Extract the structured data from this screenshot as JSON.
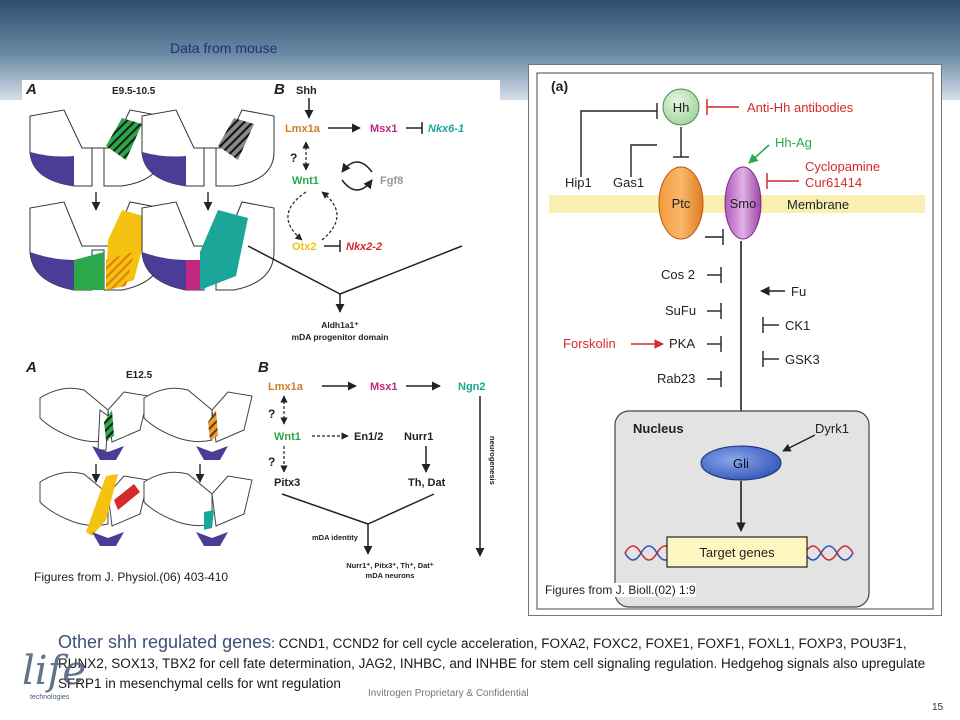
{
  "header": {
    "title": "Data from mouse"
  },
  "left": {
    "top": {
      "label_a": "A",
      "stage": "E9.5-10.5",
      "label_b": "B",
      "genes": {
        "shh": "Shh",
        "lmx1a": "Lmx1a",
        "msx1": "Msx1",
        "nkx61": "Nkx6-1",
        "wnt1": "Wnt1",
        "fgf8": "Fgf8",
        "otx2": "Otx2",
        "nkx22": "Nkx2-2",
        "q": "?"
      },
      "domain_line1": "Aldh1a1⁺",
      "domain_line2": "mDA progenitor domain"
    },
    "bottom": {
      "label_a": "A",
      "stage": "E12.5",
      "label_b": "B",
      "genes": {
        "lmx1a": "Lmx1a",
        "msx1": "Msx1",
        "ngn2": "Ngn2",
        "wnt1": "Wnt1",
        "en12": "En1/2",
        "nurr1": "Nurr1",
        "pitx3": "Pitx3",
        "thdat": "Th, Dat",
        "q": "?"
      },
      "neurogenesis": "neurogenesis",
      "identity": "mDA identity",
      "neurons_line1": "Nurr1⁺, Pitx3⁺, Th⁺, Dat⁺",
      "neurons_line2": "mDA neurons"
    },
    "caption": "Figures from J. Physiol.(06) 403-410"
  },
  "right": {
    "panel_label": "(a)",
    "nodes": {
      "hh": "Hh",
      "ptc": "Ptc",
      "smo": "Smo",
      "gli": "Gli"
    },
    "labels": {
      "anti_hh": "Anti-Hh antibodies",
      "hh_ag": "Hh-Ag",
      "cyclopamine": "Cyclopamine",
      "cur": "Cur61414",
      "hip1": "Hip1",
      "gas1": "Gas1",
      "membrane": "Membrane",
      "cos2": "Cos 2",
      "sufu": "SuFu",
      "pka": "PKA",
      "rab23": "Rab23",
      "fu": "Fu",
      "ck1": "CK1",
      "gsk3": "GSK3",
      "forskolin": "Forskolin",
      "nucleus": "Nucleus",
      "dyrk1": "Dyrk1",
      "target": "Target genes"
    },
    "caption": "Figures from J. Bioll.(02) 1:9"
  },
  "bottom_text": {
    "lead": "Other shh regulated genes",
    "body": ": CCND1, CCND2 for cell cycle acceleration, FOXA2, FOXC2, FOXE1, FOXF1, FOXL1, FOXP3, POU3F1, RUNX2, SOX13, TBX2 for cell fate determination, JAG2, INHBC, and INHBE for stem cell signaling regulation. Hedgehog signals also upregulate SFRP1 in mesenchymal cells for wnt regulation"
  },
  "footer": {
    "logo": "life",
    "logo_sub": "technologies",
    "confidential": "Invitrogen Proprietary & Confidential",
    "page": "15"
  },
  "colors": {
    "purple": "#4b3c96",
    "green": "#2aa84a",
    "yellow": "#f5c210",
    "teal": "#1aa79a",
    "red": "#d42a2a",
    "orange": "#ee7d1e",
    "lmx_orange": "#d67a2a",
    "magenta": "#c0287f",
    "smo_purple": "#b05ab8"
  }
}
